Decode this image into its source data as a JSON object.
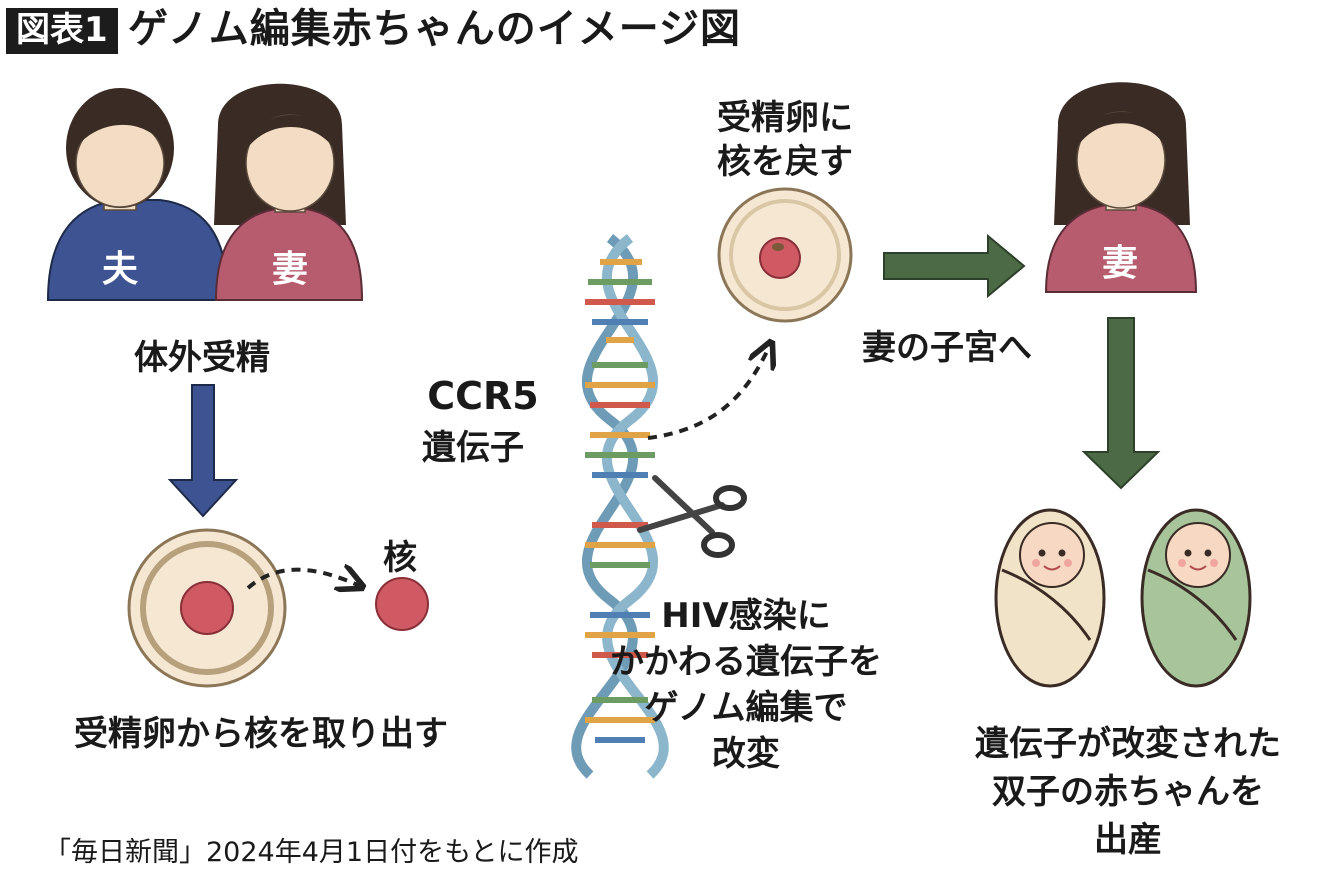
{
  "figure_label": "図表1",
  "title": "ゲノム編集赤ちゃんのイメージ図",
  "people": {
    "husband": "夫",
    "wife": "妻",
    "wife_right": "妻"
  },
  "steps": {
    "ivf": "体外受精",
    "extract": "受精卵から核を取り出す",
    "nucleus": "核",
    "gene_name": "CCR5",
    "gene_suffix": "遺伝子",
    "return_line1": "受精卵に",
    "return_line2": "核を戻す",
    "to_uterus": "妻の子宮へ",
    "edit_line1": "HIV感染に",
    "edit_line2": "かかわる遺伝子を",
    "edit_line3": "ゲノム編集で",
    "edit_line4": "改変",
    "birth_line1": "遺伝子が改変された",
    "birth_line2": "双子の赤ちゃんを",
    "birth_line3": "出産"
  },
  "source": "「毎日新聞」2024年4月1日付をもとに作成",
  "colors": {
    "husband_shirt": "#3e5391",
    "wife_shirt": "#b75b6e",
    "blue_arrow": "#3e5391",
    "green_arrow": "#4b6a45",
    "cell": "#f0e1c8",
    "nucleus": "#cf5a64",
    "baby_wrap_beige": "#f1e3c7",
    "baby_wrap_green": "#a7c49b"
  },
  "icons": [
    "scissors-icon",
    "dna-helix-icon",
    "egg-cell-icon",
    "baby-icon"
  ]
}
